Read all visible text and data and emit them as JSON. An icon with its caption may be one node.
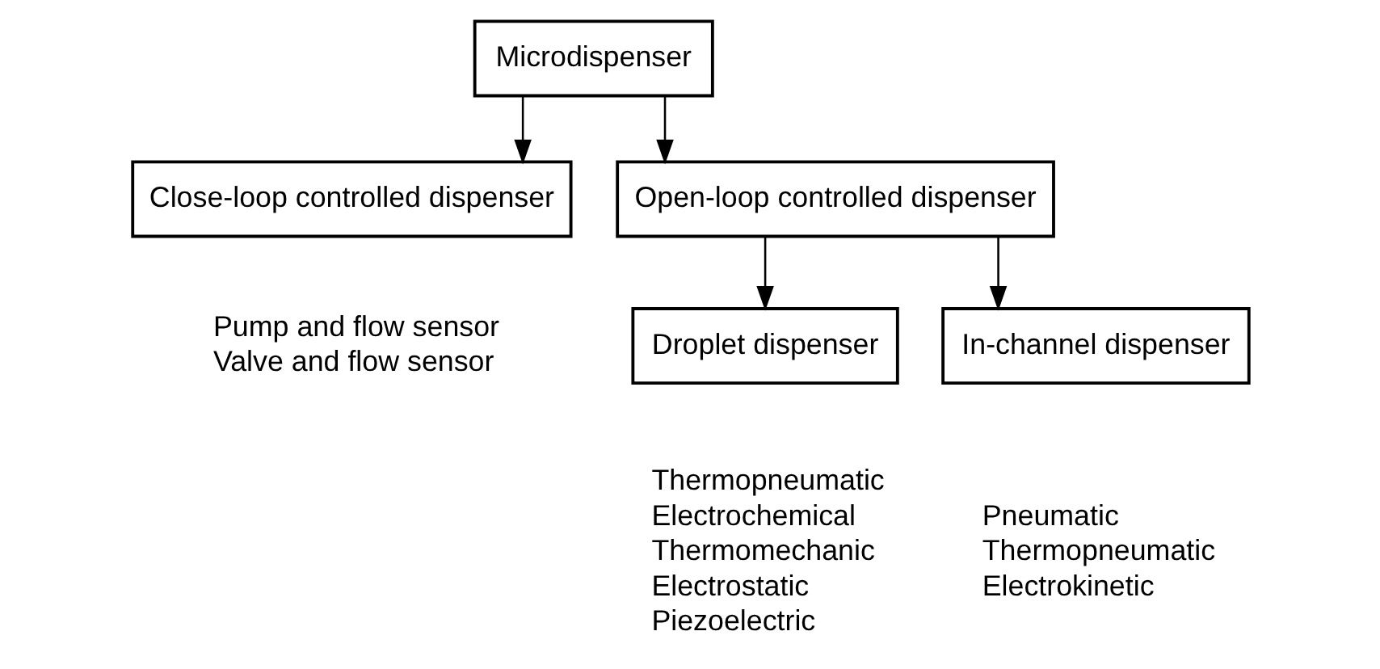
{
  "diagram": {
    "nodes": [
      {
        "text": [
          "Microdispenser"
        ]
      },
      {
        "text": [
          "Close-loop controlled dispenser"
        ],
        "beside": [
          "Pump and flow sensor",
          "Valve and flow sensor"
        ]
      },
      {
        "text": [
          "Open-loop controlled dispenser"
        ]
      },
      {
        "text": [
          "Droplet dispenser"
        ],
        "beside": [
          "Thermopneumatic",
          "Electrochemical",
          "Thermomechanic",
          "Electrostatic",
          "Piezoelectric"
        ]
      },
      {
        "text": [
          "In-channel dispenser"
        ],
        "beside": [
          "Pneumatic",
          "Thermopneumatic",
          "Electrokinetic"
        ]
      }
    ],
    "edges": [
      {
        "from": 0,
        "to": 1,
        "arrow": "to"
      },
      {
        "from": 0,
        "to": 2,
        "arrow": "to"
      },
      {
        "from": 2,
        "to": 3,
        "arrow": "to"
      },
      {
        "from": 2,
        "to": 4,
        "arrow": "to"
      }
    ]
  }
}
